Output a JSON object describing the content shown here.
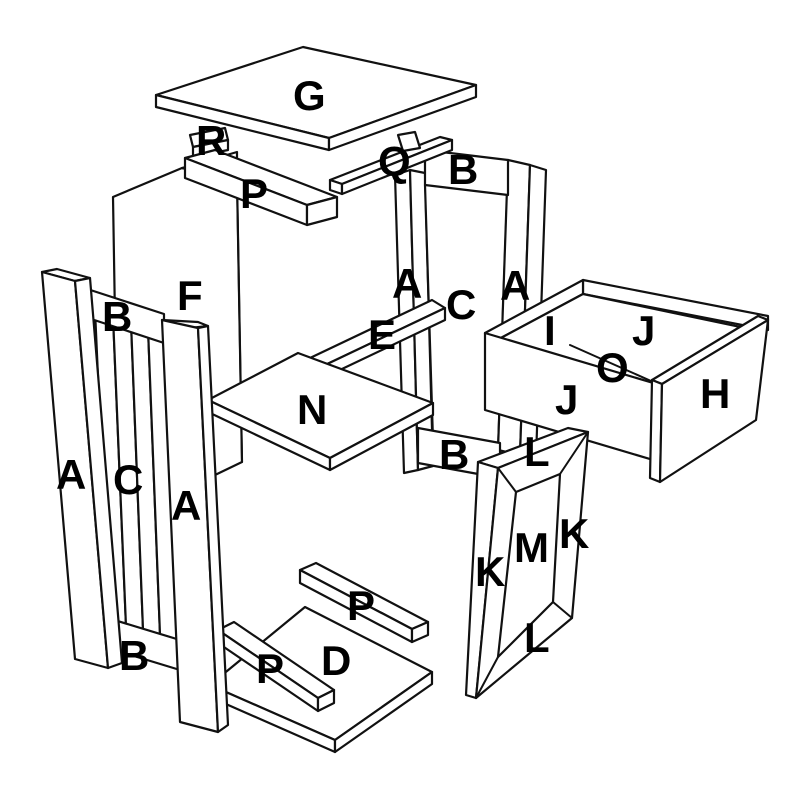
{
  "diagram": {
    "labels": {
      "top": "G",
      "top_cleat": "R",
      "top_front_rail": "P",
      "top_back_rail": "Q",
      "back_upper_rail": "B",
      "back_stile_left": "A",
      "back_stile_right": "A",
      "back_panel": "C",
      "shelf_cleat": "E",
      "side_panel": "F",
      "shelf": "N",
      "back_lower_rail": "B",
      "side_upper_rail": "B",
      "side_left_stile": "A",
      "side_slats": "C",
      "side_right_stile": "A",
      "side_lower_rail": "B",
      "drawer_side_left": "I",
      "drawer_back": "J",
      "drawer_bottom": "O",
      "drawer_side_front": "J",
      "drawer_front": "H",
      "door_rail_top": "L",
      "door_panel": "M",
      "door_stile_left": "K",
      "door_stile_right": "K",
      "door_rail_bottom": "L",
      "bottom_back_rail": "P",
      "bottom_front_rail": "P",
      "bottom": "D"
    }
  }
}
